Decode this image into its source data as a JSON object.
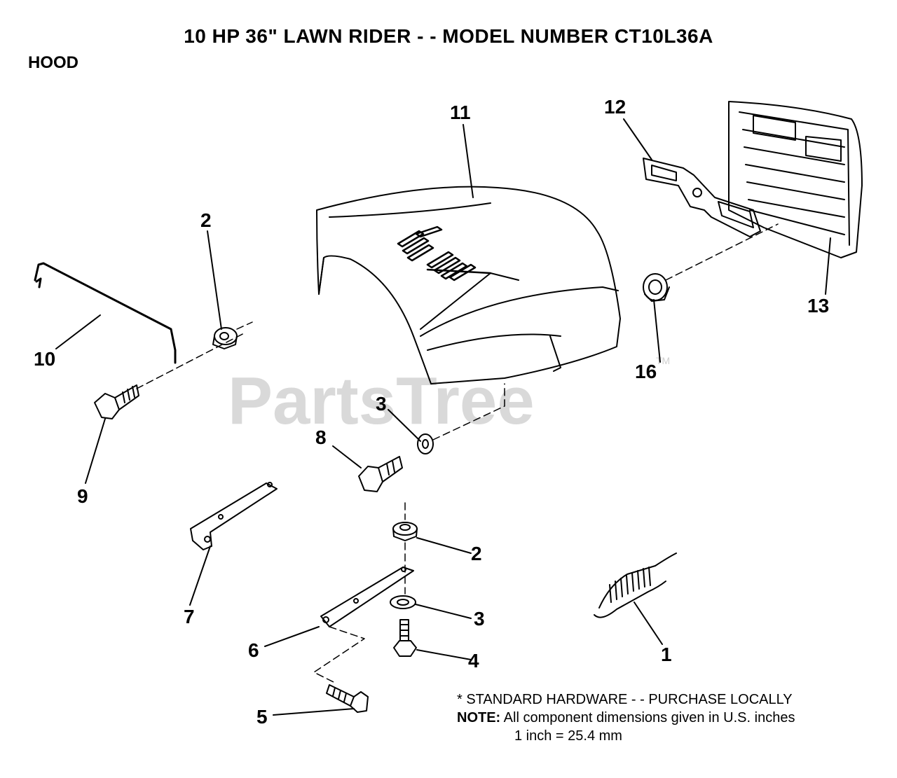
{
  "header": {
    "title": "10 HP 36\" LAWN RIDER - - MODEL NUMBER CT10L36A",
    "section": "HOOD"
  },
  "watermark": {
    "text": "PartsTree",
    "trademark": "TM"
  },
  "callouts": {
    "c1": "1",
    "c2a": "2",
    "c2b": "2",
    "c3a": "3",
    "c3b": "3",
    "c4": "4",
    "c5": "5",
    "c6": "6",
    "c7": "7",
    "c8": "8",
    "c9": "9",
    "c10": "10",
    "c11": "11",
    "c12": "12",
    "c13": "13",
    "c16": "16"
  },
  "notes": {
    "standard_hardware": "* STANDARD HARDWARE - - PURCHASE LOCALLY",
    "note_label": "NOTE:",
    "note_text": "All component dimensions given in U.S. inches",
    "conversion": "1 inch = 25.4 mm"
  }
}
